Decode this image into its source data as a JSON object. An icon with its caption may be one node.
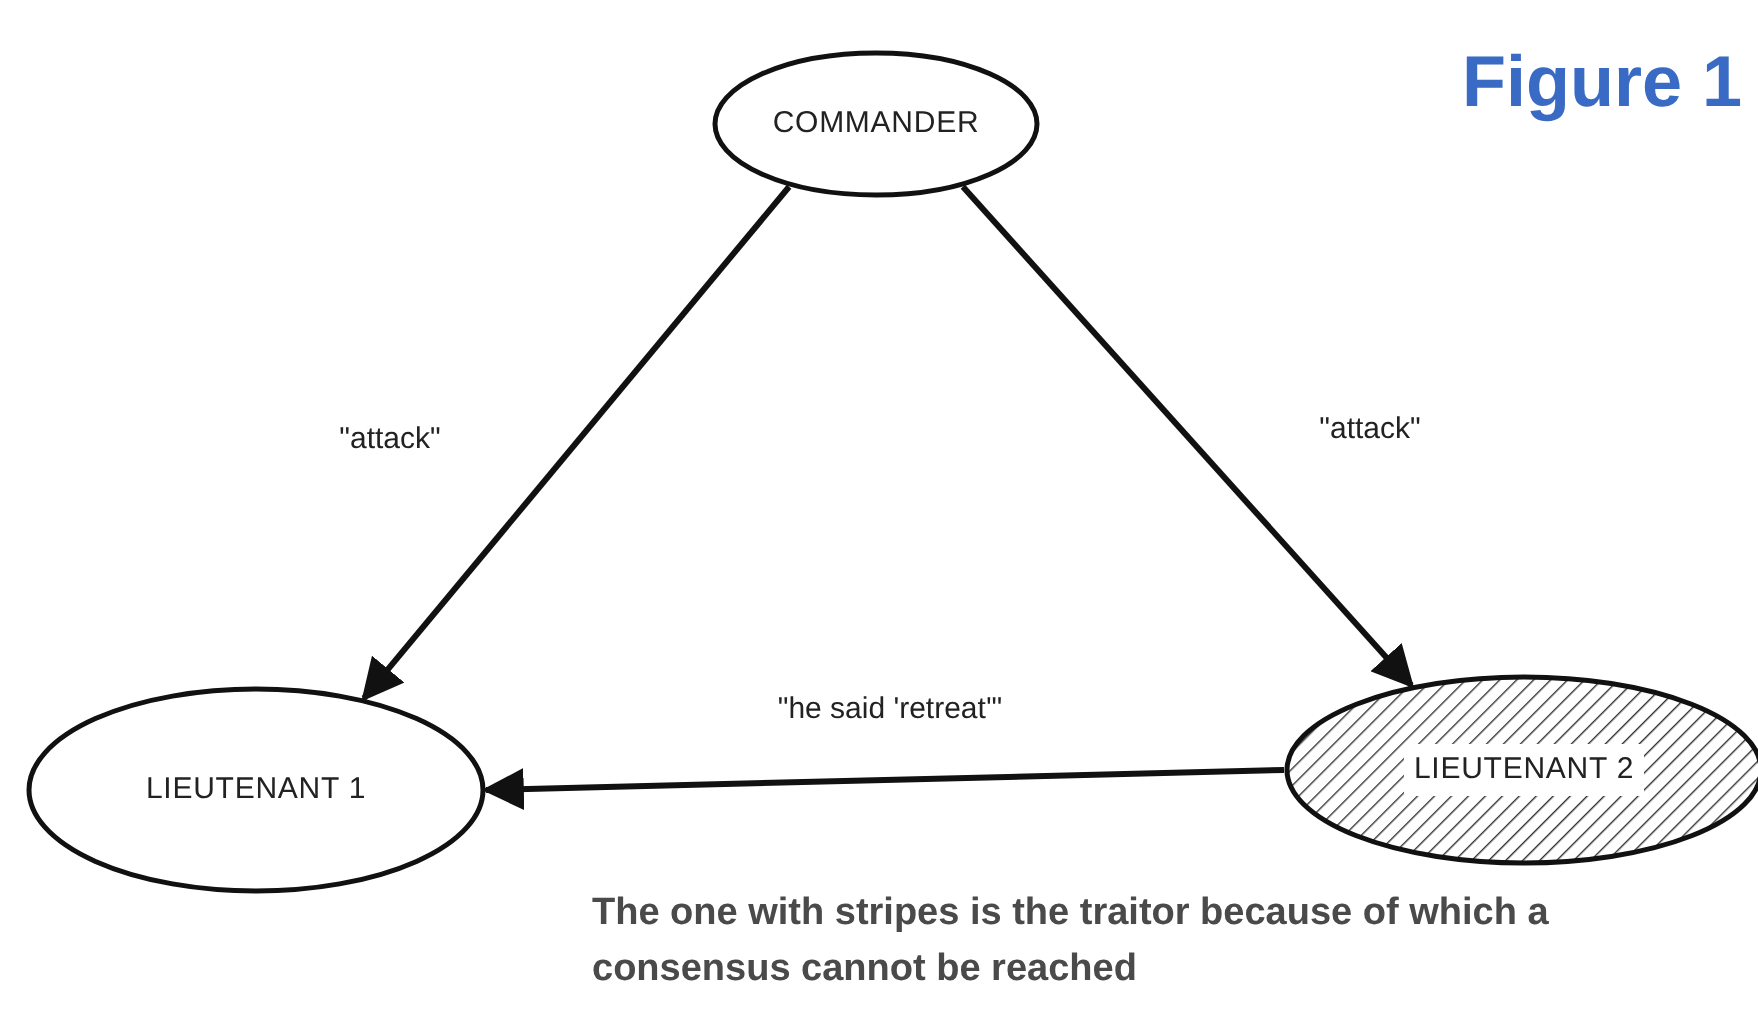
{
  "diagram": {
    "title": "Figure 1",
    "nodes": [
      {
        "text": [
          "COMMANDER"
        ]
      },
      {
        "text": [
          "LIEUTENANT 1"
        ]
      },
      {
        "text": [
          "LIEUTENANT 2"
        ]
      }
    ],
    "edges": [
      {
        "from": 0,
        "to": 1,
        "arrow": "to",
        "label": "\"attack\""
      },
      {
        "from": 0,
        "to": 2,
        "arrow": "to",
        "label": "\"attack\""
      },
      {
        "from": 2,
        "to": 1,
        "arrow": "to",
        "label": "\"he said 'retreat'\""
      }
    ],
    "caption": "The one with stripes is the traitor because of which a consensus cannot be reached"
  }
}
